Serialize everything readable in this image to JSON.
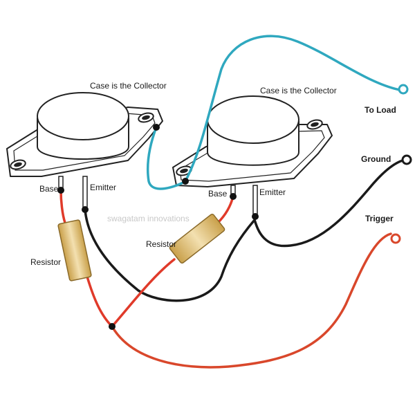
{
  "labels": {
    "case_collector_left": "Case is the Collector",
    "case_collector_right": "Case is the Collector",
    "base_left": "Base",
    "emitter_left": "Emitter",
    "base_right": "Base",
    "emitter_right": "Emitter",
    "resistor_left": "Resistor",
    "resistor_right": "Resistor",
    "to_load": "To Load",
    "ground": "Ground",
    "trigger": "Trigger",
    "watermark": "swagatam innovations"
  },
  "colors": {
    "load_wire": "#2fa8bf",
    "ground_wire": "#1a1a1a",
    "trigger_wire": "#d9472b",
    "base_wire": "#e03a2a",
    "resistor_fill": "#e6c987",
    "outline": "#222222"
  }
}
